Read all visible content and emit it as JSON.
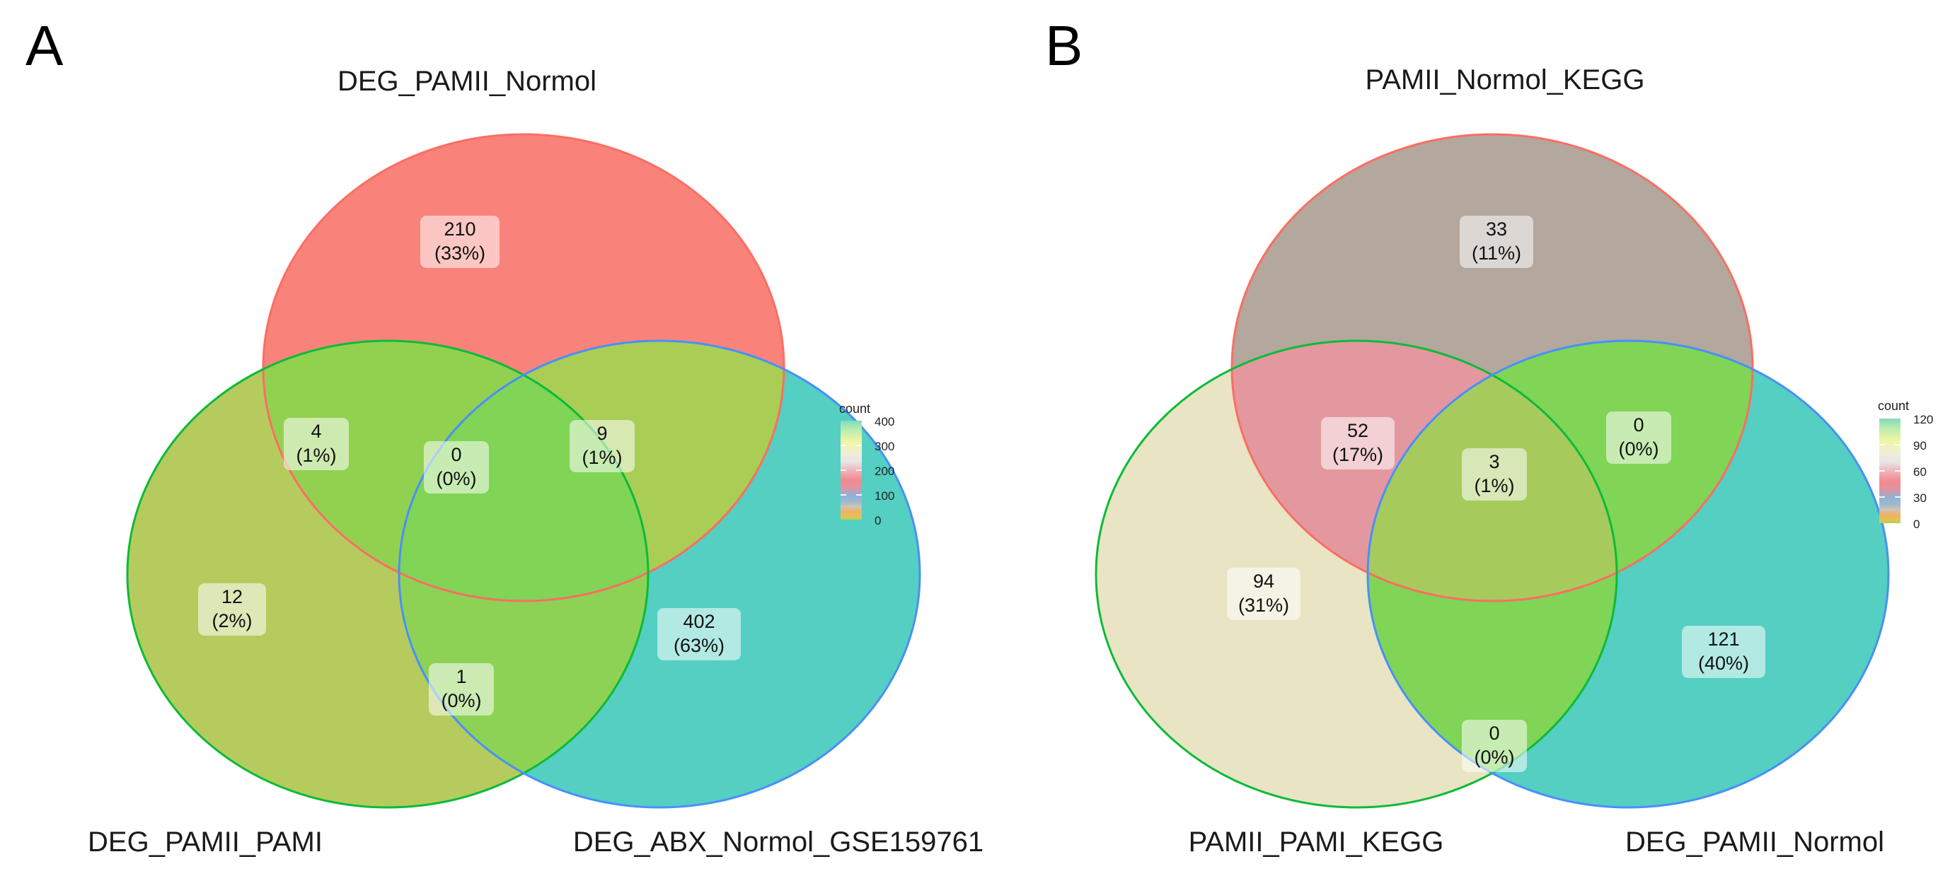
{
  "figure": {
    "panels": [
      {
        "panel_label": "A",
        "title": "DEG_PAMII_Normol",
        "set_labels": {
          "top": "DEG_PAMII_Normol",
          "bottom_left": "DEG_PAMII_PAMI",
          "bottom_right": "DEG_ABX_Normol_GSE159761"
        },
        "regions": {
          "top_only": {
            "value": "210",
            "pct": "(33%)"
          },
          "top_left": {
            "value": "4",
            "pct": "(1%)"
          },
          "top_right": {
            "value": "9",
            "pct": "(1%)"
          },
          "center": {
            "value": "0",
            "pct": "(0%)"
          },
          "left_only": {
            "value": "12",
            "pct": "(2%)"
          },
          "right_only": {
            "value": "402",
            "pct": "(63%)"
          },
          "bottom": {
            "value": "1",
            "pct": "(0%)"
          }
        },
        "region_fills": {
          "top_only": "#F9837B",
          "left_only": "#B6CB5E",
          "right_only": "#54CFC2",
          "top_left": "#92D150",
          "top_right": "#A9CD55",
          "bottom": "#8DD254",
          "center": "#80D456"
        },
        "legend": {
          "title": "count",
          "ticks": [
            "400",
            "300",
            "200",
            "100",
            "0"
          ]
        }
      },
      {
        "panel_label": "B",
        "title": "PAMII_Normol_KEGG",
        "set_labels": {
          "top": "PAMII_Normol_KEGG",
          "bottom_left": "PAMII_PAMI_KEGG",
          "bottom_right": "DEG_PAMII_Normol"
        },
        "regions": {
          "top_only": {
            "value": "33",
            "pct": "(11%)"
          },
          "top_left": {
            "value": "52",
            "pct": "(17%)"
          },
          "top_right": {
            "value": "0",
            "pct": "(0%)"
          },
          "center": {
            "value": "3",
            "pct": "(1%)"
          },
          "left_only": {
            "value": "94",
            "pct": "(31%)"
          },
          "right_only": {
            "value": "121",
            "pct": "(40%)"
          },
          "bottom": {
            "value": "0",
            "pct": "(0%)"
          }
        },
        "region_fills": {
          "top_only": "#B3A79E",
          "left_only": "#E9E4C3",
          "right_only": "#54CFC2",
          "top_left": "#E3989F",
          "top_right": "#80D456",
          "bottom": "#80D456",
          "center": "#A7CA5D"
        },
        "legend": {
          "title": "count",
          "ticks": [
            "120",
            "90",
            "60",
            "30",
            "0"
          ]
        }
      }
    ],
    "colors": {
      "outline_top": "#FB6E62",
      "outline_left": "#0BBB38",
      "outline_right": "#4790FB",
      "legend_gradient_top_to_bottom": [
        "#82DBBD",
        "#BFEDAE",
        "#F2F6A6",
        "#E9E3E4",
        "#EDB6BE",
        "#F28A8E",
        "#DE93A4",
        "#8CB4D7",
        "#CFC4B4",
        "#EFB162",
        "#A6D74F"
      ]
    }
  },
  "chart_data": [
    {
      "type": "venn",
      "panel": "A",
      "title": "DEG_PAMII_Normol",
      "sets": [
        "DEG_PAMII_Normol",
        "DEG_PAMII_PAMI",
        "DEG_ABX_Normol_GSE159761"
      ],
      "regions": [
        {
          "sets": [
            "DEG_PAMII_Normol"
          ],
          "count": 210,
          "percent": 33
        },
        {
          "sets": [
            "DEG_PAMII_PAMI"
          ],
          "count": 12,
          "percent": 2
        },
        {
          "sets": [
            "DEG_ABX_Normol_GSE159761"
          ],
          "count": 402,
          "percent": 63
        },
        {
          "sets": [
            "DEG_PAMII_Normol",
            "DEG_PAMII_PAMI"
          ],
          "count": 4,
          "percent": 1
        },
        {
          "sets": [
            "DEG_PAMII_Normol",
            "DEG_ABX_Normol_GSE159761"
          ],
          "count": 9,
          "percent": 1
        },
        {
          "sets": [
            "DEG_PAMII_PAMI",
            "DEG_ABX_Normol_GSE159761"
          ],
          "count": 1,
          "percent": 0
        },
        {
          "sets": [
            "DEG_PAMII_Normol",
            "DEG_PAMII_PAMI",
            "DEG_ABX_Normol_GSE159761"
          ],
          "count": 0,
          "percent": 0
        }
      ],
      "legend": {
        "title": "count",
        "min": 0,
        "max": 400,
        "ticks": [
          400,
          300,
          200,
          100,
          0
        ],
        "position": "right"
      }
    },
    {
      "type": "venn",
      "panel": "B",
      "title": "PAMII_Normol_KEGG",
      "sets": [
        "PAMII_Normol_KEGG",
        "PAMII_PAMI_KEGG",
        "DEG_PAMII_Normol"
      ],
      "regions": [
        {
          "sets": [
            "PAMII_Normol_KEGG"
          ],
          "count": 33,
          "percent": 11
        },
        {
          "sets": [
            "PAMII_PAMI_KEGG"
          ],
          "count": 94,
          "percent": 31
        },
        {
          "sets": [
            "DEG_PAMII_Normol"
          ],
          "count": 121,
          "percent": 40
        },
        {
          "sets": [
            "PAMII_Normol_KEGG",
            "PAMII_PAMI_KEGG"
          ],
          "count": 52,
          "percent": 17
        },
        {
          "sets": [
            "PAMII_Normol_KEGG",
            "DEG_PAMII_Normol"
          ],
          "count": 0,
          "percent": 0
        },
        {
          "sets": [
            "PAMII_PAMI_KEGG",
            "DEG_PAMII_Normol"
          ],
          "count": 0,
          "percent": 0
        },
        {
          "sets": [
            "PAMII_Normol_KEGG",
            "PAMII_PAMI_KEGG",
            "DEG_PAMII_Normol"
          ],
          "count": 3,
          "percent": 1
        }
      ],
      "legend": {
        "title": "count",
        "min": 0,
        "max": 120,
        "ticks": [
          120,
          90,
          60,
          30,
          0
        ],
        "position": "right"
      }
    }
  ]
}
